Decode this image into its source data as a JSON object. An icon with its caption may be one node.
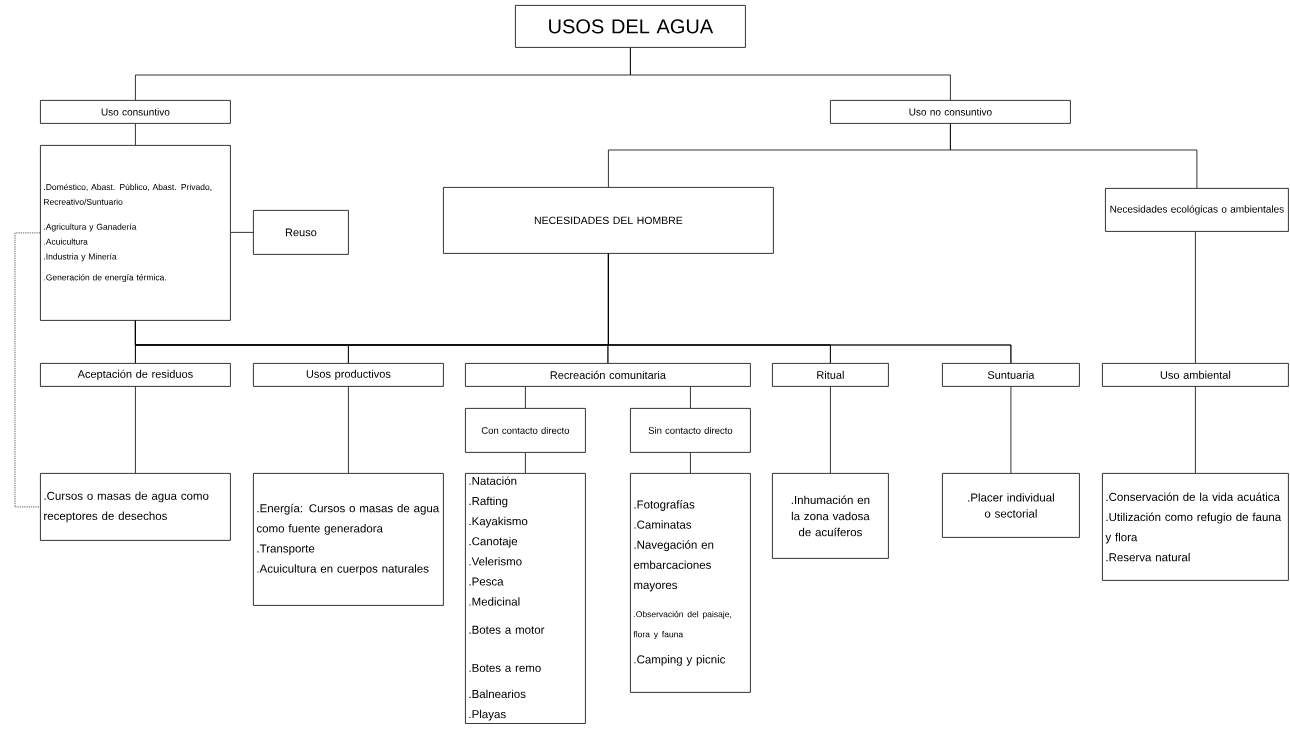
{
  "diagram": {
    "nodes": [
      {
        "text": [
          "USOS DEL AGUA"
        ]
      },
      {
        "text": [
          "Uso consuntivo"
        ]
      },
      {
        "text": [
          "Uso no consuntivo"
        ]
      },
      {
        "text": [
          ".Doméstico, Abast. Público, Abast. Privado, Recreativo/Suntuario",
          ".Agricultura y Ganadería",
          ".Acuicultura",
          ".Industria y Minería",
          ".Generación de energía térmica."
        ]
      },
      {
        "text": [
          "Reuso"
        ]
      },
      {
        "text": [
          "NECESIDADES DEL HOMBRE"
        ]
      },
      {
        "text": [
          "Necesidades ecológicas o ambientales"
        ]
      },
      {
        "text": [
          "Aceptación de residuos"
        ]
      },
      {
        "text": [
          "Usos productivos"
        ]
      },
      {
        "text": [
          "Recreación comunitaria"
        ]
      },
      {
        "text": [
          "Ritual"
        ]
      },
      {
        "text": [
          "Suntuaria"
        ]
      },
      {
        "text": [
          "Uso ambiental"
        ]
      },
      {
        "text": [
          "Con contacto directo"
        ]
      },
      {
        "text": [
          "Sin contacto directo"
        ]
      },
      {
        "text": [
          ".Cursos o masas de agua como receptores de desechos"
        ]
      },
      {
        "text": [
          ".Energía: Cursos o masas de agua como fuente generadora",
          ".Transporte",
          ".Acuicultura en cuerpos naturales"
        ]
      },
      {
        "text": [
          ".Natación",
          ".Rafting",
          ".Kayakismo",
          ".Canotaje",
          ".Velerismo",
          ".Pesca",
          ".Medicinal",
          ".Botes a motor",
          ".Botes a remo",
          ".Balnearios",
          ".Playas"
        ]
      },
      {
        "text": [
          ".Fotografías",
          ".Caminatas",
          ".Navegación en embarcaciones mayores",
          ".Observación del paisaje, flora y fauna",
          ".Camping y picnic"
        ]
      },
      {
        "text": [
          ".Inhumación en la zona vadosa de acuíferos"
        ]
      },
      {
        "text": [
          ".Placer individual o sectorial"
        ]
      },
      {
        "text": [
          ".Conservación de la vida acuática",
          ".Utilización como refugio de fauna y flora",
          ".Reserva natural"
        ]
      }
    ],
    "edges": [
      {
        "from": 0,
        "to": 1,
        "arrow": "none"
      },
      {
        "from": 0,
        "to": 2,
        "arrow": "none"
      },
      {
        "from": 1,
        "to": 3,
        "arrow": "none"
      },
      {
        "from": 3,
        "to": 4,
        "arrow": "none"
      },
      {
        "from": 2,
        "to": 5,
        "arrow": "none"
      },
      {
        "from": 2,
        "to": 6,
        "arrow": "none"
      },
      {
        "from": 3,
        "to": 7,
        "arrow": "none"
      },
      {
        "from": 3,
        "to": 8,
        "arrow": "none"
      },
      {
        "from": 3,
        "to": 9,
        "arrow": "none"
      },
      {
        "from": 3,
        "to": 10,
        "arrow": "none"
      },
      {
        "from": 3,
        "to": 11,
        "arrow": "none"
      },
      {
        "from": 5,
        "to": 7,
        "arrow": "none"
      },
      {
        "from": 5,
        "to": 8,
        "arrow": "none"
      },
      {
        "from": 5,
        "to": 9,
        "arrow": "none"
      },
      {
        "from": 5,
        "to": 10,
        "arrow": "none"
      },
      {
        "from": 5,
        "to": 11,
        "arrow": "none"
      },
      {
        "from": 6,
        "to": 12,
        "arrow": "none"
      },
      {
        "from": 7,
        "to": 15,
        "arrow": "none"
      },
      {
        "from": 8,
        "to": 16,
        "arrow": "none"
      },
      {
        "from": 9,
        "to": 13,
        "arrow": "none"
      },
      {
        "from": 9,
        "to": 14,
        "arrow": "none"
      },
      {
        "from": 13,
        "to": 17,
        "arrow": "none"
      },
      {
        "from": 14,
        "to": 18,
        "arrow": "none"
      },
      {
        "from": 10,
        "to": 19,
        "arrow": "none"
      },
      {
        "from": 11,
        "to": 20,
        "arrow": "none"
      },
      {
        "from": 12,
        "to": 21,
        "arrow": "none"
      },
      {
        "from": 3,
        "to": 15,
        "arrow": "none",
        "style": "dashed"
      }
    ]
  }
}
